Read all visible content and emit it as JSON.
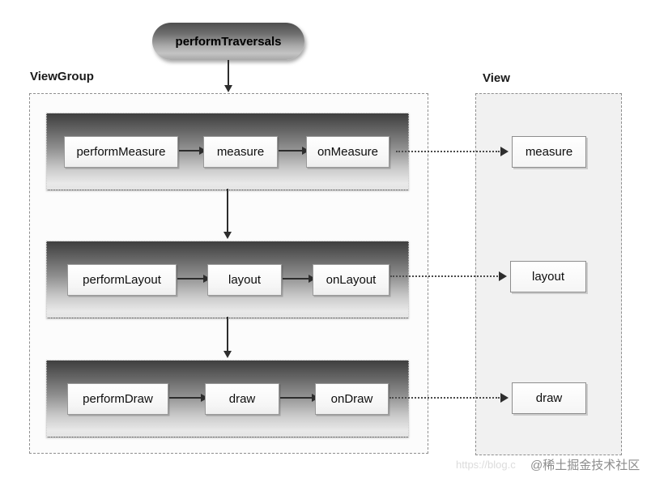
{
  "diagram": {
    "root_node": {
      "label": "performTraversals"
    },
    "containers": {
      "viewgroup": {
        "label": "ViewGroup"
      },
      "view": {
        "label": "View"
      }
    },
    "rows": [
      {
        "stages": [
          "performMeasure",
          "measure",
          "onMeasure"
        ],
        "view_stage": "measure"
      },
      {
        "stages": [
          "performLayout",
          "layout",
          "onLayout"
        ],
        "view_stage": "layout"
      },
      {
        "stages": [
          "performDraw",
          "draw",
          "onDraw"
        ],
        "view_stage": "draw"
      }
    ],
    "flow": "performTraversals -> ViewGroup(measure/layout/draw pipelines) -> View(measure, layout, draw)"
  },
  "watermark": {
    "url_text": "https://blog.c",
    "credit_text": "@稀土掘金技术社区"
  },
  "colors": {
    "band_gradient_top": "#3f3f3f",
    "band_gradient_bottom": "#e4e4e4",
    "node_border": "#9a9a9a",
    "container_border": "#8f8f8f",
    "arrow": "#2d2d2d",
    "background": "#ffffff"
  }
}
